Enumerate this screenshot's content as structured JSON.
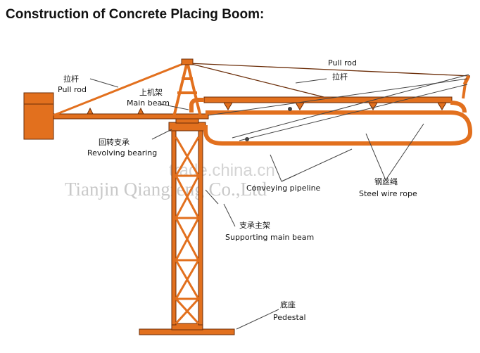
{
  "title": "Construction of Concrete Placing Boom:",
  "labels": {
    "pull_rod_left_cn": "拉杆",
    "pull_rod_left_en": "Pull rod",
    "main_beam_cn": "上机架",
    "main_beam_en": "Main beam",
    "pull_rod_right_en": "Pull rod",
    "pull_rod_right_cn": "拉杆",
    "revolving_cn": "回转支承",
    "revolving_en": "Revolving bearing",
    "conveying_en": "Conveying pipeline",
    "steel_wire_cn": "钢丝绳",
    "steel_wire_en": "Steel wire rope",
    "supporting_cn": "支承主架",
    "supporting_en": "Supporting main beam",
    "pedestal_cn": "底座",
    "pedestal_en": "Pedestal"
  },
  "watermark": {
    "site": "trade.china.cn",
    "company": "Tianjin Qiangfeng Co.,Ltd"
  },
  "colors": {
    "structure": "#e2701e",
    "outline": "#6b2d08",
    "leader": "#444444"
  }
}
